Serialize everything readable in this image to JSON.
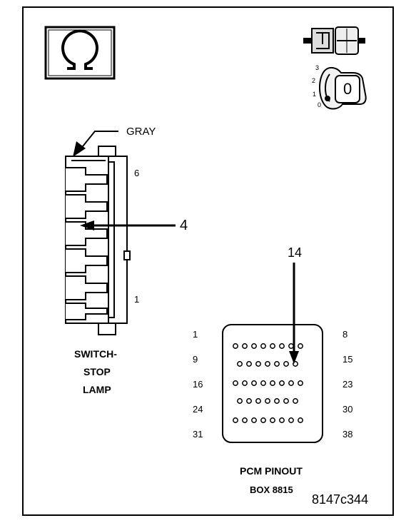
{
  "connector": {
    "wire_color": "GRAY",
    "cavity_top": "6",
    "cavity_bottom": "1",
    "callout": "4",
    "name_line1": "SWITCH-",
    "name_line2": "STOP",
    "name_line3": "LAMP"
  },
  "ignition_key": {
    "positions": [
      "3",
      "2",
      "1",
      "0"
    ],
    "current": "0"
  },
  "pcm": {
    "callout": "14",
    "row_labels_left": [
      "1",
      "9",
      "16",
      "24",
      "31"
    ],
    "row_labels_right": [
      "8",
      "15",
      "23",
      "30",
      "38"
    ],
    "title_line1": "PCM PINOUT",
    "title_line2": "BOX 8815"
  },
  "figure_id": "8147c344"
}
